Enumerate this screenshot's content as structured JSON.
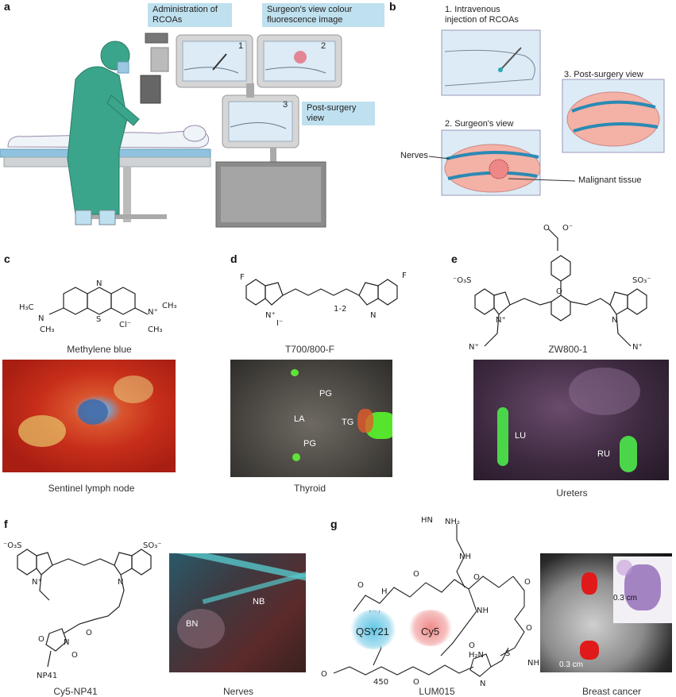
{
  "panels": {
    "a": {
      "letter": "a",
      "callout_admin": "Administration of RCOAs",
      "callout_surgeon": "Surgeon's view colour fluorescence image",
      "callout_post": "Post-surgery view",
      "monitor_nums": [
        "1",
        "2",
        "3"
      ]
    },
    "b": {
      "letter": "b",
      "step1": "1. Intravenous injection of RCOAs",
      "step2": "2. Surgeon's view",
      "step3": "3. Post-surgery view",
      "nerves": "Nerves",
      "malignant": "Malignant tissue"
    },
    "c": {
      "letter": "c",
      "compound": "Methylene blue",
      "caption": "Sentinel lymph node"
    },
    "d": {
      "letter": "d",
      "compound": "T700/800-F",
      "caption": "Thyroid",
      "labels": {
        "pg_top": "PG",
        "la": "LA",
        "tg": "TG",
        "pg_bottom": "PG"
      }
    },
    "e": {
      "letter": "e",
      "compound": "ZW800-1",
      "caption": "Ureters",
      "labels": {
        "lu": "LU",
        "ru": "RU"
      }
    },
    "f": {
      "letter": "f",
      "compound": "Cy5-NP41",
      "caption": "Nerves",
      "labels": {
        "nb": "NB",
        "bn": "BN"
      }
    },
    "g": {
      "letter": "g",
      "compound": "LUM015",
      "caption": "Breast cancer",
      "qsy": "QSY21",
      "cy5": "Cy5",
      "scale1": "0.3 cm",
      "scale2": "0.3 cm"
    }
  }
}
